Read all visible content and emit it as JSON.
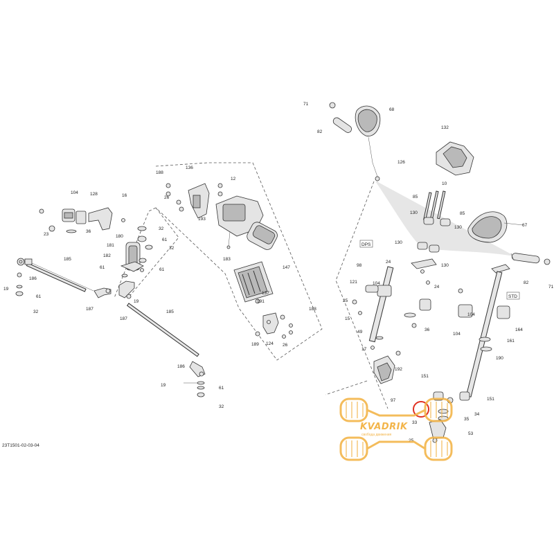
{
  "document_code": "23T1501-02-03-04",
  "version_labels": [
    "DPS",
    "STD"
  ],
  "watermark": {
    "brand": "KVADRIK",
    "tagline": "свобода движения",
    "color": "#f3b54a"
  },
  "highlight_color": "#e03020",
  "part_labels": [
    "71",
    "68",
    "82",
    "132",
    "126",
    "10",
    "85",
    "130",
    "85",
    "130",
    "67",
    "130",
    "130",
    "98",
    "24",
    "24",
    "82",
    "71",
    "121",
    "104",
    "25",
    "15",
    "104",
    "36",
    "104",
    "164",
    "49",
    "17",
    "192",
    "161",
    "190",
    "97",
    "151",
    "151",
    "34",
    "35",
    "53",
    "33",
    "25",
    "188",
    "136",
    "12",
    "26",
    "193",
    "104",
    "128",
    "16",
    "23",
    "36",
    "180",
    "32",
    "61",
    "181",
    "32",
    "182",
    "61",
    "61",
    "183",
    "147",
    "137",
    "191",
    "185",
    "186",
    "19",
    "61",
    "32",
    "187",
    "19",
    "187",
    "185",
    "188",
    "189",
    "124",
    "26",
    "186",
    "19",
    "61",
    "32"
  ]
}
